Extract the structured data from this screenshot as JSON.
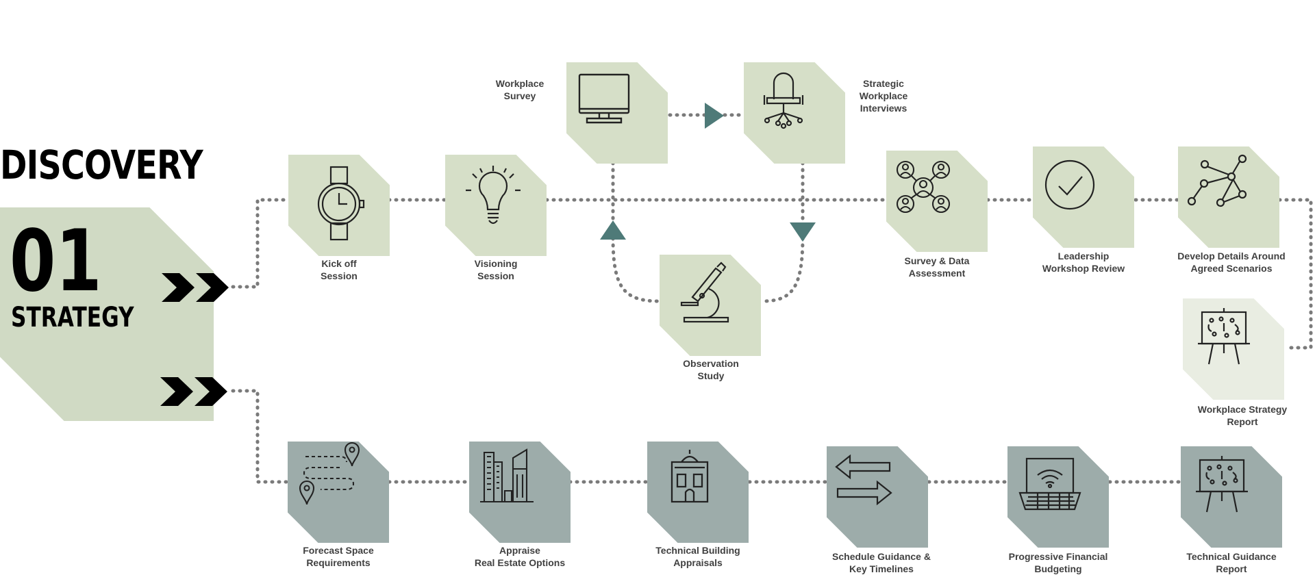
{
  "heading": "DISCOVERY",
  "phase": {
    "number": "01",
    "name": "STRATEGY"
  },
  "steps": {
    "kickoff": {
      "label": [
        "Kick off",
        "Session"
      ],
      "icon": "wristwatch-icon"
    },
    "visioning": {
      "label": [
        "Visioning",
        "Session"
      ],
      "icon": "lightbulb-icon"
    },
    "workplace_survey": {
      "label": [
        "Workplace",
        "Survey"
      ],
      "icon": "monitor-icon"
    },
    "interviews": {
      "label": [
        "Strategic",
        "Workplace",
        "Interviews"
      ],
      "icon": "office-chair-icon"
    },
    "observation": {
      "label": [
        "Observation",
        "Study"
      ],
      "icon": "microscope-icon"
    },
    "survey_assessment": {
      "label": [
        "Survey & Data",
        "Assessment"
      ],
      "icon": "people-network-icon"
    },
    "leadership": {
      "label": [
        "Leadership",
        "Workshop Review"
      ],
      "icon": "checkmark-circle-icon"
    },
    "develop": {
      "label": [
        "Develop Details Around",
        "Agreed Scenarios"
      ],
      "icon": "node-graph-icon"
    },
    "strategy_report": {
      "label": [
        "Workplace Strategy",
        "Report"
      ],
      "icon": "strategy-board-icon"
    },
    "forecast": {
      "label": [
        "Forecast Space",
        "Requirements"
      ],
      "icon": "map-route-icon"
    },
    "appraise": {
      "label": [
        "Appraise",
        "Real Estate Options"
      ],
      "icon": "city-buildings-icon"
    },
    "tech_appraisals": {
      "label": [
        "Technical Building",
        "Appraisals"
      ],
      "icon": "building-facade-icon"
    },
    "schedule": {
      "label": [
        "Schedule Guidance &",
        "Key Timelines"
      ],
      "icon": "swap-arrows-icon"
    },
    "budget": {
      "label": [
        "Progressive Financial",
        "Budgeting"
      ],
      "icon": "laptop-wifi-icon"
    },
    "tech_report": {
      "label": [
        "Technical Guidance",
        "Report"
      ],
      "icon": "strategy-board-icon"
    }
  },
  "colors": {
    "tile_green": "#d6dfc8",
    "tile_light": "#e9ede2",
    "tile_gray": "#9dacaa",
    "hero": "#d0dac4",
    "connector": "#7a7a7a",
    "arrow": "#4e7a78",
    "text": "#404040"
  }
}
